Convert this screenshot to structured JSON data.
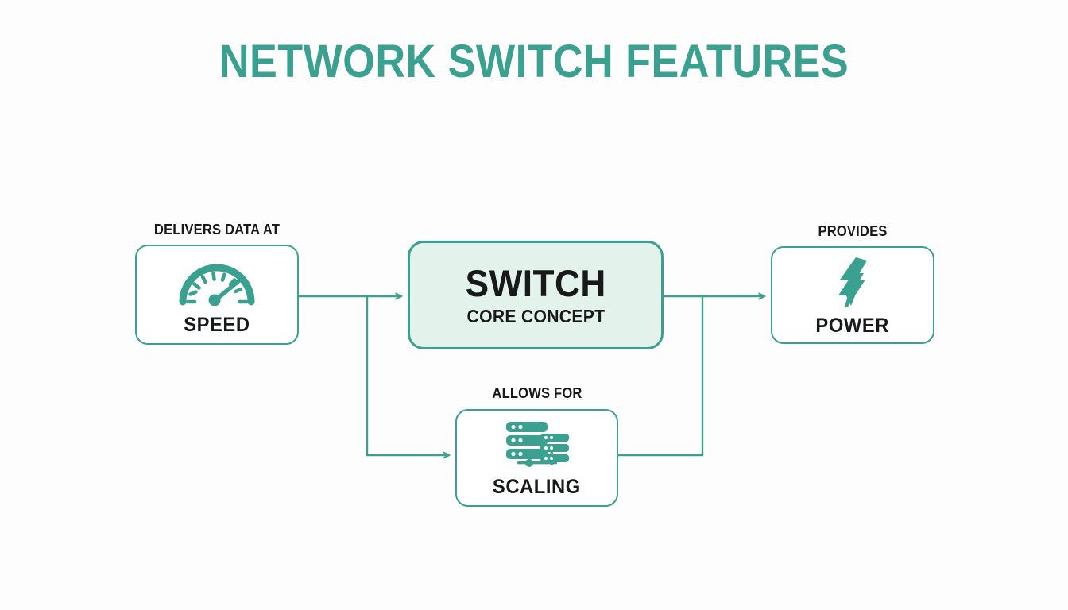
{
  "page": {
    "title": "NETWORK SWITCH FEATURES",
    "background_color": "#fdfdfd",
    "accent_color": "#3aa08f",
    "text_color": "#17191a",
    "core_fill_color": "#e4f2ec"
  },
  "diagram": {
    "type": "flow-diagram",
    "core": {
      "label": "SWITCH",
      "sublabel": "CORE CONCEPT",
      "icon": "none"
    },
    "nodes": [
      {
        "id": "speed",
        "caption": "DELIVERS DATA AT",
        "label": "SPEED",
        "icon": "speedometer-icon",
        "position": "left"
      },
      {
        "id": "power",
        "caption": "PROVIDES",
        "label": "POWER",
        "icon": "lightning-bolt-icon",
        "position": "right"
      },
      {
        "id": "scaling",
        "caption": "ALLOWS FOR",
        "label": "SCALING",
        "icon": "server-stack-icon",
        "position": "bottom"
      }
    ],
    "connectors": [
      {
        "from": "speed",
        "to": "switch",
        "arrow": true
      },
      {
        "from": "speed",
        "to": "scaling",
        "arrow": true
      },
      {
        "from": "switch",
        "to": "power",
        "arrow": true
      },
      {
        "from": "scaling",
        "to": "power",
        "arrow": false
      }
    ]
  }
}
